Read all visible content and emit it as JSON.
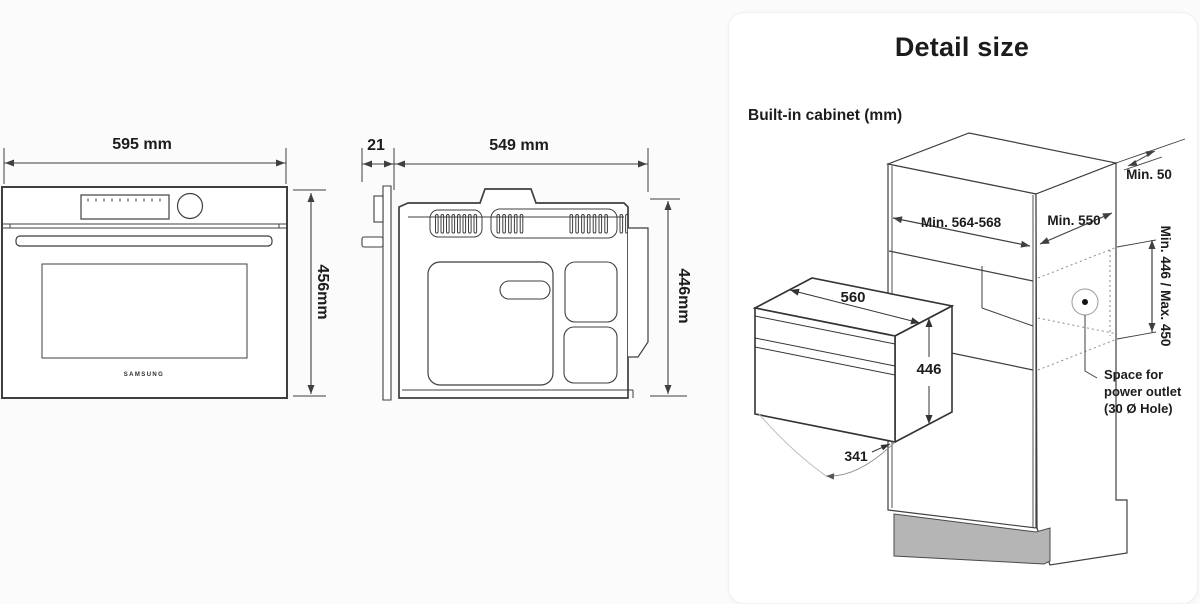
{
  "detail_panel": {
    "title": "Detail size",
    "subtitle": "Built-in cabinet (mm)"
  },
  "front_view": {
    "width": "595 mm",
    "height": "456mm",
    "brand": "SAMSUNG"
  },
  "side_view": {
    "door_thickness": "21",
    "depth": "549 mm",
    "height": "446mm"
  },
  "cabinet": {
    "rear_gap": "Min. 50",
    "niche_width": "Min. 564-568",
    "niche_depth": "Min. 550",
    "niche_height": "Min. 446 / Max. 450",
    "oven_depth": "560",
    "oven_height": "446",
    "door_swing": "341",
    "outlet_note": "Space for\npower outlet\n(30 Ø Hole)"
  },
  "colors": {
    "line": "#3f3f3f",
    "dim_line": "#3a3a3a",
    "dotted": "#8a8a8a",
    "plinth": "#b5b5b5",
    "card_bg": "#ffffff",
    "page_bg": "#fbfbfb"
  }
}
